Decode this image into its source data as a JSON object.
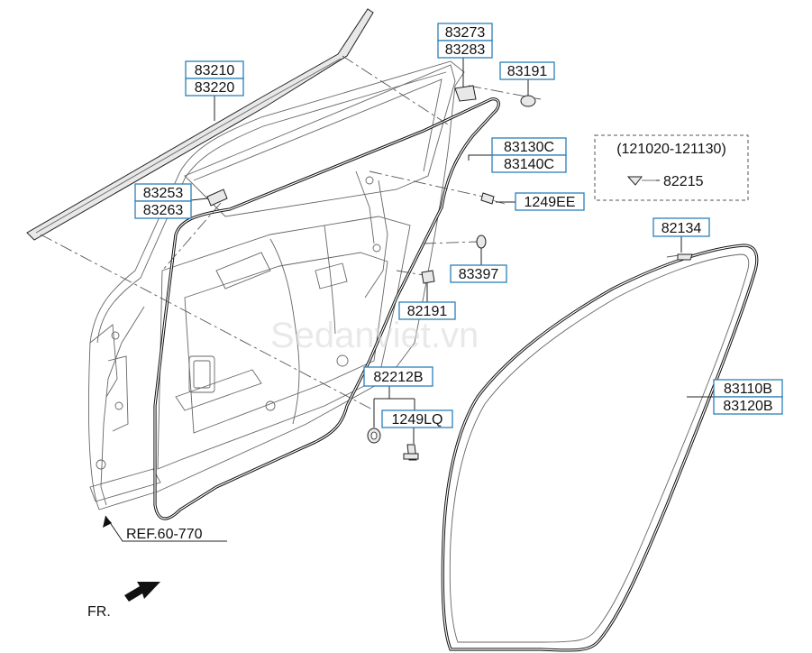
{
  "labels": {
    "p83210": "83210",
    "p83220": "83220",
    "p83273": "83273",
    "p83283": "83283",
    "p83191": "83191",
    "p83130c": "83130C",
    "p83140c": "83140C",
    "p1249ee": "1249EE",
    "p83253": "83253",
    "p83263": "83263",
    "p83397": "83397",
    "p82191": "82191",
    "p82212b": "82212B",
    "p1249lq": "1249LQ",
    "p82134": "82134",
    "p83110b": "83110B",
    "p83120b": "83120B",
    "p82215": "82215",
    "range_note": "(121020-121130)",
    "ref": "REF.60-770",
    "fr": "FR."
  },
  "watermark": "Sedanviet.vn",
  "colors": {
    "label_box": "#2b7fb8",
    "line": "#111111"
  }
}
